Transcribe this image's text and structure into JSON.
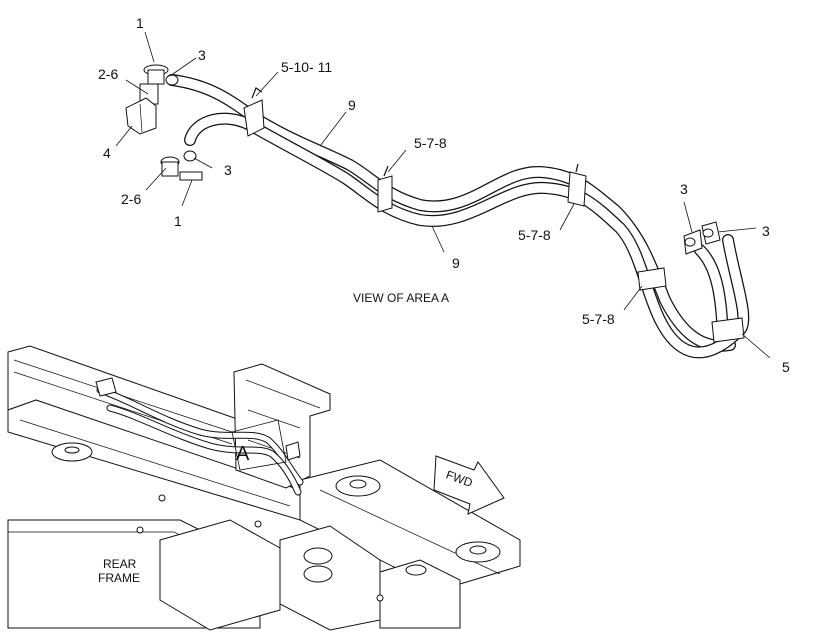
{
  "view_title": "VIEW OF AREA A",
  "callouts": {
    "c1_top": "1",
    "c3_top": "3",
    "c26_top": "2-6",
    "c4": "4",
    "c51011": "5-10- 11",
    "c9_upper": "9",
    "c3_mid": "3",
    "c26_bottom": "2-6",
    "c1_bottom": "1",
    "c578_a": "5-7-8",
    "c9_lower": "9",
    "c578_b": "5-7-8",
    "c578_c": "5-7-8",
    "c3_right_a": "3",
    "c3_right_b": "3",
    "c5": "5"
  },
  "frame_labels": {
    "area": "A",
    "fwd": "FWD",
    "rear_frame_line1": "REAR",
    "rear_frame_line2": "FRAME"
  }
}
